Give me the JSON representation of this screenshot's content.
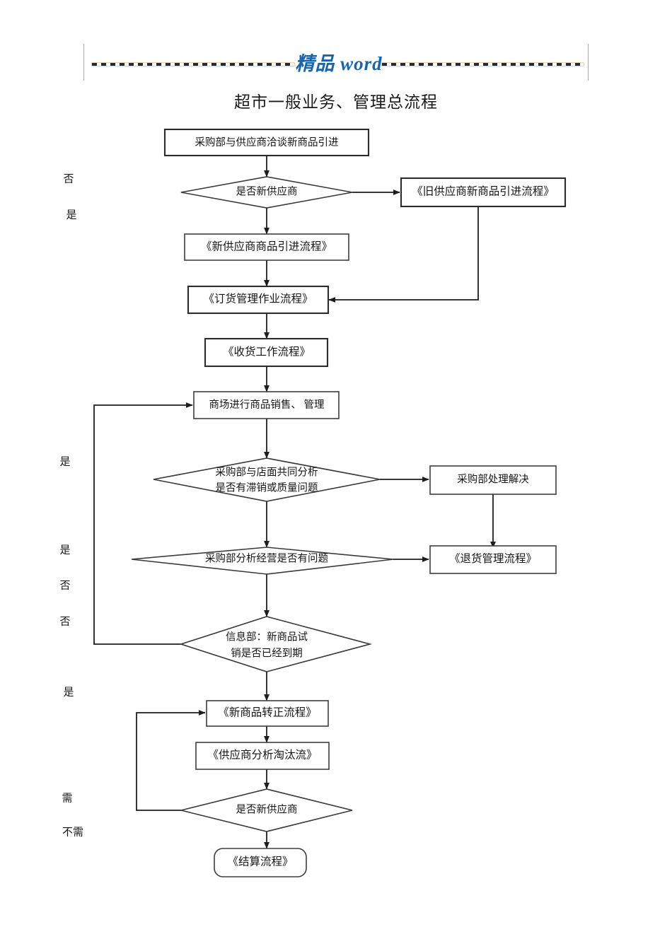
{
  "header": {
    "watermark_text": "精品 word",
    "watermark_color": "#1565b0",
    "dot_color": "#1f2a44",
    "rule_color": "#a8a8a8"
  },
  "title": "超市一般业务、管理总流程",
  "diagram": {
    "type": "flowchart",
    "nodes": [
      {
        "id": "n1",
        "shape": "rect",
        "label": "采购部与供应商洽谈新商品引进"
      },
      {
        "id": "d1",
        "shape": "diamond",
        "label": "是否新供应商"
      },
      {
        "id": "n2",
        "shape": "rect",
        "label": "《旧供应商新商品引进流程》"
      },
      {
        "id": "n3",
        "shape": "rect",
        "label": "《新供应商商品引进流程》"
      },
      {
        "id": "n4",
        "shape": "rect",
        "label": "《订货管理作业流程》"
      },
      {
        "id": "n5",
        "shape": "rect",
        "label": "《收货工作流程》"
      },
      {
        "id": "n6",
        "shape": "rect",
        "label": "商场进行商品销售、 管理"
      },
      {
        "id": "d2",
        "shape": "diamond",
        "label_line1": "采购部与店面共同分析",
        "label_line2": "是否有滞销或质量问题"
      },
      {
        "id": "n7",
        "shape": "rect",
        "label": "采购部处理解决"
      },
      {
        "id": "d3",
        "shape": "diamond",
        "label": "采购部分析经营是否有问题"
      },
      {
        "id": "n8",
        "shape": "rect",
        "label": "《退货管理流程》"
      },
      {
        "id": "d4",
        "shape": "diamond",
        "label_line1": "信息部：新商品试",
        "label_line2": "销是否已经到期"
      },
      {
        "id": "n9",
        "shape": "rect",
        "label": "《新商品转正流程》"
      },
      {
        "id": "n10",
        "shape": "rect",
        "label": "《供应商分析淘汰流》"
      },
      {
        "id": "d5",
        "shape": "diamond",
        "label": "是否新供应商"
      },
      {
        "id": "n11",
        "shape": "rounded",
        "label": "《结算流程》"
      }
    ],
    "branch_labels": [
      {
        "id": "b1",
        "text": "否"
      },
      {
        "id": "b2",
        "text": "是"
      },
      {
        "id": "b3",
        "text": "是"
      },
      {
        "id": "b4",
        "text": "是"
      },
      {
        "id": "b5",
        "text": "否"
      },
      {
        "id": "b6",
        "text": "否"
      },
      {
        "id": "b7",
        "text": "是"
      },
      {
        "id": "b8",
        "text": "需"
      },
      {
        "id": "b9",
        "text": "不需"
      }
    ]
  }
}
